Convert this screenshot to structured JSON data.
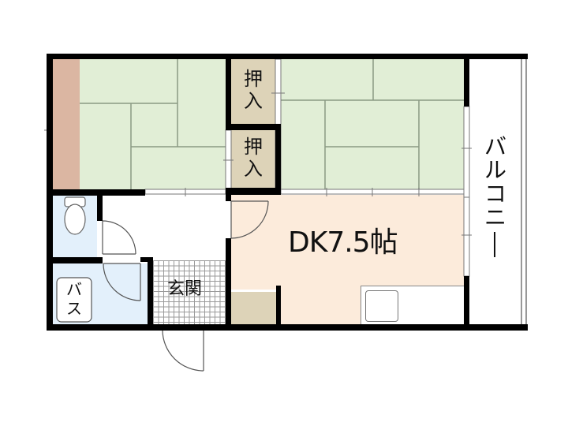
{
  "floorplan": {
    "title": "1DK floor plan",
    "rooms": [
      {
        "id": "washitsu-left",
        "type": "tatami",
        "label": ""
      },
      {
        "id": "washitsu-right",
        "type": "tatami",
        "label": ""
      },
      {
        "id": "closet-upper",
        "type": "closet",
        "label": "押\n入"
      },
      {
        "id": "closet-lower",
        "type": "closet",
        "label": "押\n入"
      },
      {
        "id": "dk",
        "type": "dining-kitchen",
        "label": "DK7.5帖"
      },
      {
        "id": "balcony",
        "type": "balcony",
        "label": "バルコニー"
      },
      {
        "id": "toilet",
        "type": "toilet",
        "label": ""
      },
      {
        "id": "bath",
        "type": "bath",
        "label": "バス"
      },
      {
        "id": "genkan",
        "type": "entrance",
        "label": "玄関"
      },
      {
        "id": "hall",
        "type": "hallway",
        "label": ""
      }
    ],
    "labels": {
      "closet_upper_1": "押",
      "closet_upper_2": "入",
      "closet_lower_1": "押",
      "closet_lower_2": "入",
      "dk": "DK7.5帖",
      "balcony": [
        "バ",
        "ル",
        "コ",
        "ニ",
        "ー"
      ],
      "bath_1": "バ",
      "bath_2": "ス",
      "genkan": "玄関"
    },
    "colors": {
      "wall": "#000000",
      "tatami": "#e1eed6",
      "tatami_line": "#8a9a84",
      "tokonoma": "#dbb6a2",
      "closet": "#ddd3b8",
      "dk_floor": "#fcebdb",
      "wet_area": "#e3f0fb",
      "tile_line": "#9a9a9a",
      "fixture_line": "#777777"
    }
  }
}
